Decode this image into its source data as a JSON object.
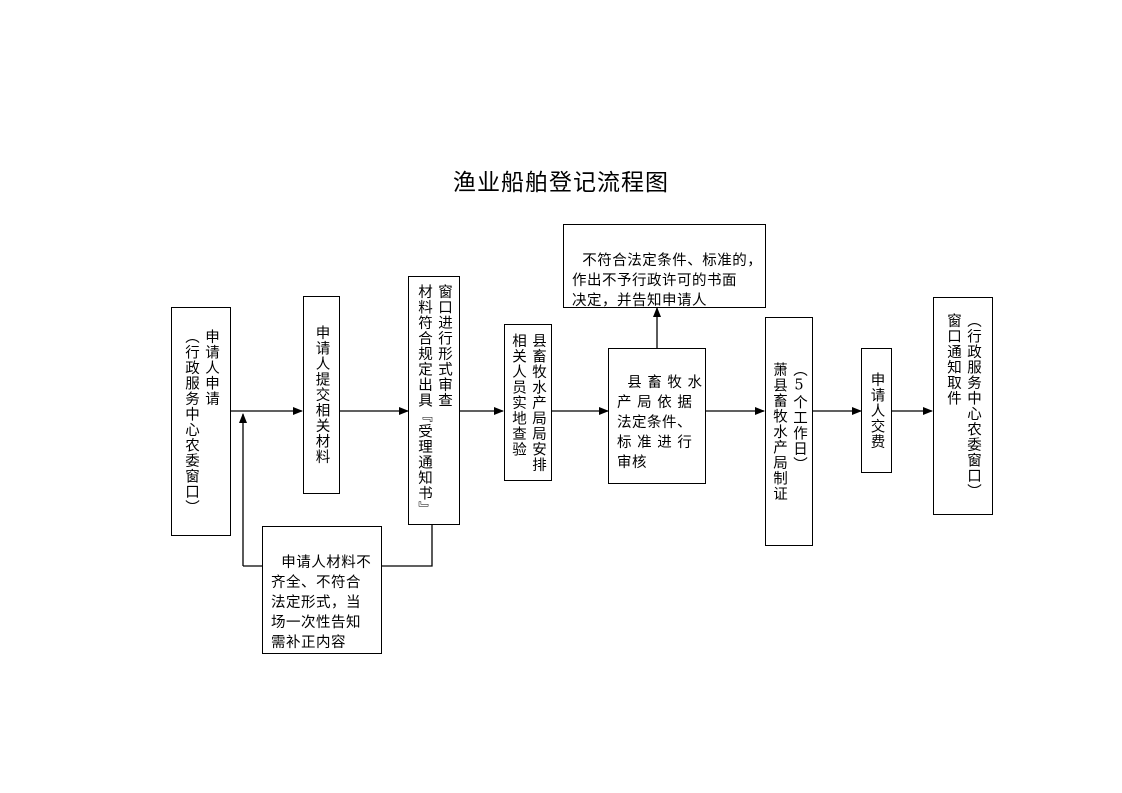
{
  "title": "渔业船舶登记流程图",
  "nodes": {
    "application": "申请人申请\n（行政服务中心农委窗口）",
    "submit_materials": "申请人提交相关材料",
    "window_review": "窗口进行形式审查\n材料符合规定出具『受理通知书』",
    "incomplete_notice": "申请人材料不\n齐全、不符合\n法定形式，当\n场一次性告知\n需补正内容",
    "site_inspection": "县畜牧水产局局安排\n相关人员实地查验",
    "bureau_review": "县 畜 牧 水\n产 局 依 据\n法定条件、\n标 准 进 行\n审核",
    "rejection_decision": "不符合法定条件、标准的，\n作出不予行政许可的书面\n决定，并告知申请人",
    "certificate": "（5个工作日）\n萧县畜牧水产局制证",
    "pay_fee": "申请人交费",
    "collect_certificate": "（行政服务中心农委窗口）\n窗口通知取件"
  }
}
